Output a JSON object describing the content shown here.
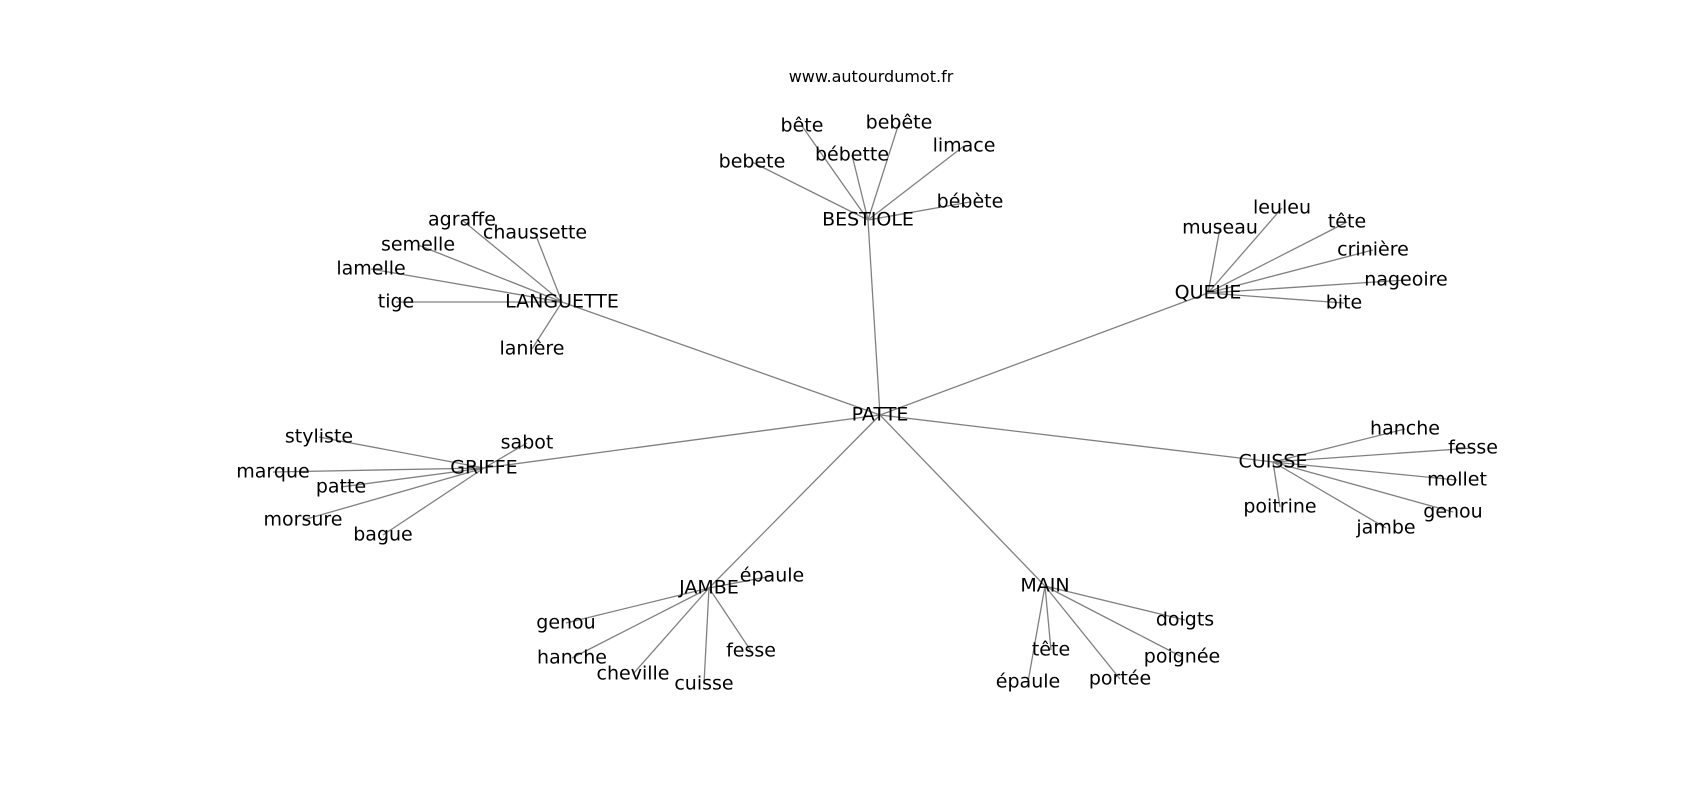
{
  "header": {
    "site": "www.autourdumot.fr"
  },
  "graph": {
    "root": "PATTE",
    "clusters": [
      {
        "label": "BESTIOLE",
        "words": [
          "bebete",
          "bête",
          "bébette",
          "bebête",
          "limace",
          "bébète"
        ]
      },
      {
        "label": "LANGUETTE",
        "words": [
          "agraffe",
          "chaussette",
          "semelle",
          "lamelle",
          "tige",
          "lanière"
        ]
      },
      {
        "label": "QUEUE",
        "words": [
          "museau",
          "leuleu",
          "tête",
          "crinière",
          "nageoire",
          "bite"
        ]
      },
      {
        "label": "GRIFFE",
        "words": [
          "styliste",
          "sabot",
          "marque",
          "patte",
          "morsure",
          "bague"
        ]
      },
      {
        "label": "CUISSE",
        "words": [
          "hanche",
          "fesse",
          "mollet",
          "genou",
          "jambe",
          "poitrine"
        ]
      },
      {
        "label": "JAMBE",
        "words": [
          "épaule",
          "genou",
          "hanche",
          "cheville",
          "cuisse",
          "fesse"
        ]
      },
      {
        "label": "MAIN",
        "words": [
          "doigts",
          "poignée",
          "portée",
          "tête",
          "épaule"
        ]
      }
    ]
  }
}
